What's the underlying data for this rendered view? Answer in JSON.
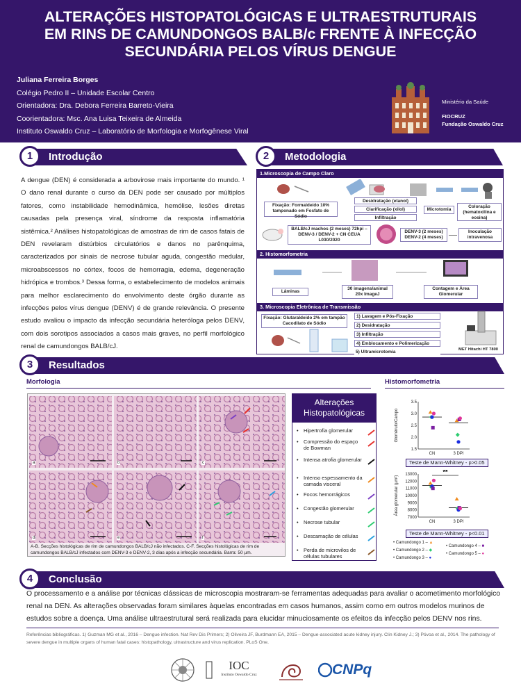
{
  "title": {
    "line1": "ALTERAÇÕES HISTOPATOLÓGICAS E ULTRAESTRUTURAIS",
    "line2": "EM RINS DE CAMUNDONGOS BALB/c FRENTE À INFECÇÃO",
    "line3": "SECUNDÁRIA PELOS VÍRUS DENGUE"
  },
  "authors": {
    "name": "Juliana Ferreira Borges",
    "school": "Colégio Pedro II – Unidade Escolar Centro",
    "advisor": "Orientadora: Dra. Debora Ferreira Barreto-Vieira",
    "coadvisor": "Coorientadora: Msc. Ana Luisa Teixeira de Almeida",
    "institute": "Instituto Oswaldo Cruz – Laboratório de Morfologia e Morfogênese Viral"
  },
  "ministry": {
    "line1": "Ministério da Saúde",
    "line2": "FIOCRUZ",
    "line3": "Fundação Oswaldo Cruz"
  },
  "sections": {
    "intro_num": "1",
    "intro": "Introdução",
    "met_num": "2",
    "met": "Metodologia",
    "res_num": "3",
    "res": "Resultados",
    "conc_num": "4",
    "conc": "Conclusão"
  },
  "intro_text": "A dengue (DEN) é considerada a arbovirose mais importante do mundo. ¹ O dano renal durante o curso da DEN pode ser causado por múltiplos fatores, como instabilidade hemodinâmica, hemólise, lesões diretas causadas pela presença viral, síndrome da resposta inflamatória sistêmica.² Análises histopatológicas de amostras de rim de casos fatais de DEN revelaram distúrbios circulatórios e danos no parênquima, caracterizados por sinais de necrose tubular aguda, congestão medular, microabscessos no córtex, focos de hemorragia, edema, degeneração hidrópica e trombos.³ Dessa forma, o estabelecimento de modelos animais para melhor esclarecimento do envolvimento deste órgão durante as infecções pelos vírus dengue (DENV) é de grande relevância. O presente estudo avaliou o impacto da infecção secundária heteróloga pelos DENV, com dois sorotipos associados a casos mais graves, no perfil morfológico renal de camundongos BALB/cJ.",
  "methods": {
    "h1": "1.Microscopia de Campo Claro",
    "fix": "Fixação: Formaldeído 10% tamponado em Fosfato de Sódio",
    "desid": "Desidratação (etanol)",
    "clar": "Clarificação (xilol)",
    "infil": "Infiltração",
    "microtomia": "Microtomia",
    "color": "Coloração (hematoxilina e eosina)",
    "mice": "BALB/cJ machos (2 meses) 72hpi – DENV-3 / DENV-2 + CN CEUA L030/2020",
    "denv": "DENV-3 (2 meses) DENV-2 (4 meses)",
    "inoc": "Inoculação intravenosa",
    "h2": "2. Histomorfometria",
    "laminas": "Lâminas",
    "imgs": "30 imagens/animal 20x ImageJ",
    "contagem": "Contagem e Área Glomerular",
    "h3": "3. Microscopia Eletrônica de Transmissão",
    "fix2": "Fixação: Glutaraldeído 2% em tampão Cacodilato de Sódio",
    "steps": [
      "1) Lavagem e Pós-Fixação",
      "2) Desidratação",
      "3) Infiltração",
      "4) Emblocamento e Polimerização",
      "5) Ultramicrotomia"
    ],
    "met": "MET Hitachi HT 7800"
  },
  "results": {
    "morf": "Morfologia",
    "histo": "Histomorfometria",
    "panels": [
      "a",
      "b",
      "c",
      "d",
      "e",
      "f"
    ],
    "caption": "A-B. Secções histológicas de rim de camundongos BALB/cJ não infectados. C-F. Secções histológicas de rim de camundongos BALB/cJ infectados com DENV-3 e DENV-2, 3 dias após a infecção secundária. Barra: 50 µm.",
    "alt_title": "Alterações Histopatológicas",
    "alt": [
      {
        "t": "Hipertrofia glomerular",
        "c": "#e6302c"
      },
      {
        "t": "Compressão do espaço de Bowman",
        "c": "#e6302c"
      },
      {
        "t": "Intensa atrofia glomerular",
        "c": "#111111"
      },
      {
        "t": "Intenso espessamento da camada visceral",
        "c": "#f08a1c"
      },
      {
        "t": "Focos hemorrágicos",
        "c": "#7b3fc4"
      },
      {
        "t": "Congestão glomerular",
        "c": "#2ecc71"
      },
      {
        "t": "Necrose tubular",
        "c": "#2ecc71"
      },
      {
        "t": "Descamação de células",
        "c": "#2aa0e0"
      },
      {
        "t": "Perda de microvilos de células tubulares",
        "c": "#8b5a2b"
      }
    ],
    "mw1": "Teste de Mann-Whitney - p>0.05",
    "mw2": "Teste de Mann-Whitney - p<0.01",
    "sig": "**",
    "legend": [
      "Camundongo 1 –",
      "Camundongo 2 –",
      "Camundongo 3 –",
      "Camundongo 4 –",
      "Camundongo 5 –"
    ]
  },
  "chart_data": [
    {
      "type": "scatter",
      "ylabel": "Glomérulo/Campo",
      "categories": [
        "CN",
        "3 DPI"
      ],
      "ylim": [
        1.5,
        3.5
      ],
      "yticks": [
        "3.5",
        "3.0",
        "2.5",
        "2.0",
        "1.5"
      ],
      "series": [
        {
          "name": "Camundongo 1",
          "values": [
            3.05,
            2.7
          ]
        },
        {
          "name": "Camundongo 2",
          "values": [
            2.85,
            2.1
          ]
        },
        {
          "name": "Camundongo 3",
          "values": [
            2.85,
            1.8
          ]
        },
        {
          "name": "Camundongo 4",
          "values": [
            2.4,
            2.75
          ]
        },
        {
          "name": "Camundongo 5",
          "values": [
            3.0,
            2.8
          ]
        }
      ],
      "means": [
        2.85,
        2.6
      ]
    },
    {
      "type": "scatter",
      "ylabel": "Área glomerular (µm²)",
      "categories": [
        "CN",
        "3 DPI"
      ],
      "ylim": [
        7000,
        13000
      ],
      "yticks": [
        "13000",
        "12000",
        "11000",
        "10000",
        "9000",
        "8000",
        "7000"
      ],
      "series": [
        {
          "name": "Camundongo 1",
          "values": [
            11700,
            9500
          ]
        },
        {
          "name": "Camundongo 2",
          "values": [
            11200,
            8200
          ]
        },
        {
          "name": "Camundongo 3",
          "values": [
            11300,
            8000
          ]
        },
        {
          "name": "Camundongo 4",
          "values": [
            11000,
            8300
          ]
        },
        {
          "name": "Camundongo 5",
          "values": [
            12100,
            8200
          ]
        }
      ],
      "means": [
        11400,
        8300
      ]
    }
  ],
  "conclusion": "O processamento e a análise por técnicas clássicas de microscopia mostraram-se ferramentas adequadas para avaliar o acometimento morfológico renal na DEN. As alterações observadas foram similares àquelas encontradas em casos humanos, assim como em outros modelos murinos de estudos sobre a doença. Uma análise ultraestrutural será realizada para elucidar minuciosamente os efeitos da infecção pelos DENV nos rins.",
  "refs": "Referências bibliográficas. 1) Guzman MG et al., 2016 – Dengue infection. Nat Rev Dis Primers; 2) Oliveira JF, Burdmann EA, 2015 – Dengue-associated acute kidney injury. Clin Kidney J.; 3) Póvoa et al., 2014. The pathology of severe dengue in multiple organs of human fatal cases: histopathology, ultrastructure and virus replication. PLoS One.",
  "logos": {
    "ioc": "IOC",
    "ioc_sub": "Instituto Oswaldo Cruz",
    "cnpq": "CNPq"
  },
  "colors": {
    "primary": "#35166a",
    "marker1": "#f08a1c",
    "marker2": "#2ecc71",
    "marker3": "#1a2de0",
    "marker4": "#7b1fa2",
    "marker5": "#e0359a"
  }
}
